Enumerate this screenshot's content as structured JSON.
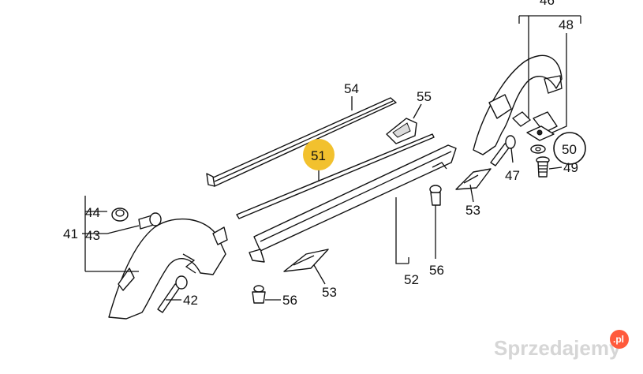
{
  "diagram": {
    "callouts": {
      "c41": "41",
      "c42": "42",
      "c43": "43",
      "c44": "44",
      "c46": "46",
      "c47": "47",
      "c48": "48",
      "c49": "49",
      "c50": "50",
      "c51": "51",
      "c52": "52",
      "c53a": "53",
      "c53b": "53",
      "c54": "54",
      "c55": "55",
      "c56a": "56",
      "c56b": "56"
    },
    "highlight_color": "#f2c12e",
    "highlighted_part": "51"
  },
  "watermark": {
    "text": "Sprzedajemy",
    "badge": ".pl"
  }
}
